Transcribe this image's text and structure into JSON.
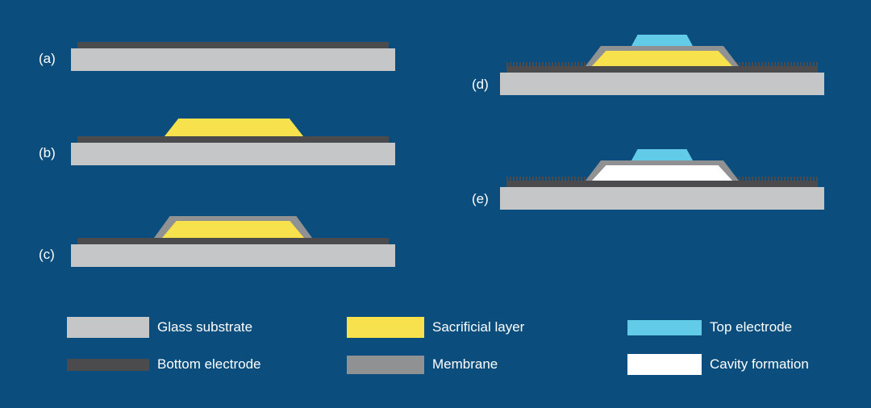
{
  "colors": {
    "background": "#0b4e7e",
    "glass-substrate": "#c5c6c8",
    "bottom-electrode": "#4b4b4d",
    "sacrificial-layer": "#f7e14d",
    "membrane": "#8f9193",
    "top-electrode": "#62cbe8",
    "cavity": "#ffffff",
    "text": "#ffffff"
  },
  "panels": [
    {
      "label": "(a)",
      "layers": [
        "glass-substrate",
        "bottom-electrode"
      ]
    },
    {
      "label": "(b)",
      "layers": [
        "glass-substrate",
        "bottom-electrode",
        "sacrificial-layer"
      ]
    },
    {
      "label": "(c)",
      "layers": [
        "glass-substrate",
        "bottom-electrode",
        "sacrificial-layer",
        "membrane"
      ]
    },
    {
      "label": "(d)",
      "layers": [
        "glass-substrate",
        "bottom-electrode",
        "sacrificial-layer",
        "membrane",
        "top-electrode"
      ]
    },
    {
      "label": "(e)",
      "layers": [
        "glass-substrate",
        "bottom-electrode",
        "cavity",
        "membrane",
        "top-electrode"
      ]
    }
  ],
  "legend": {
    "items": [
      {
        "label": "Glass substrate",
        "color_key": "glass-substrate"
      },
      {
        "label": "Bottom electrode",
        "color_key": "bottom-electrode"
      },
      {
        "label": "Sacrificial layer",
        "color_key": "sacrificial-layer"
      },
      {
        "label": "Membrane",
        "color_key": "membrane"
      },
      {
        "label": "Top electrode",
        "color_key": "top-electrode"
      },
      {
        "label": "Cavity formation",
        "color_key": "cavity"
      }
    ]
  }
}
